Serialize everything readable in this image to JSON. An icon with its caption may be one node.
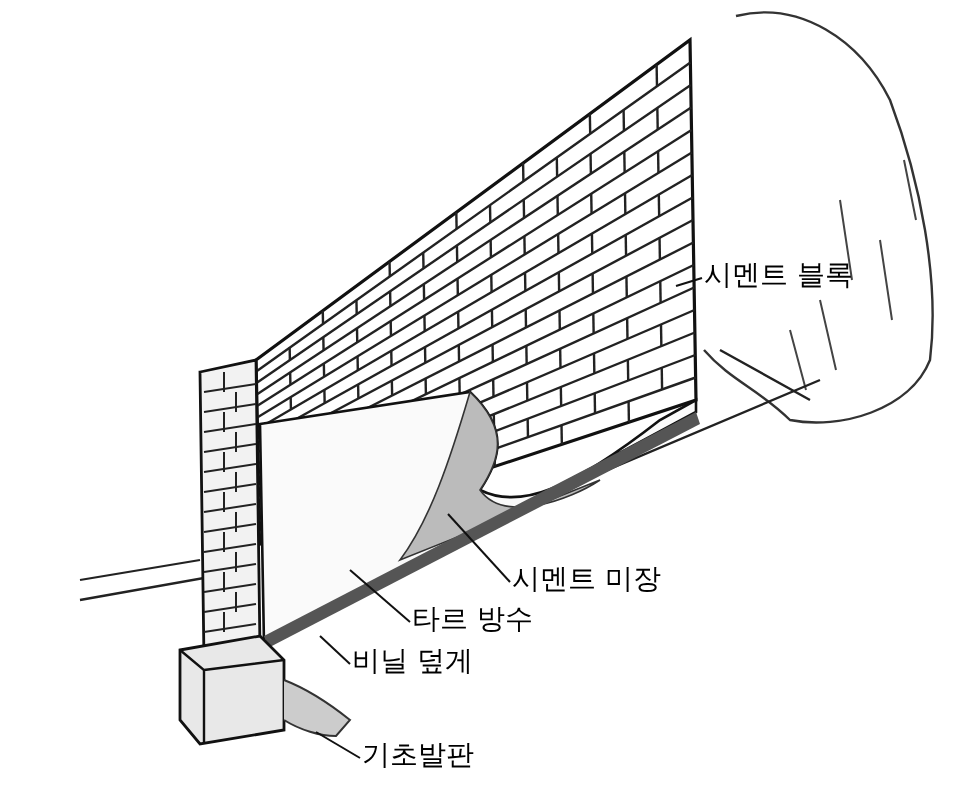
{
  "diagram": {
    "nodes": [
      {
        "text": [
          "시멘트 블록"
        ]
      },
      {
        "text": [
          "시멘트 미장"
        ]
      },
      {
        "text": [
          "타르 방수"
        ]
      },
      {
        "text": [
          "비닐 덮게"
        ]
      },
      {
        "text": [
          "기초발판"
        ]
      }
    ],
    "edges": [
      {
        "from": 0,
        "to": null,
        "arrow": "none"
      },
      {
        "from": 1,
        "to": null,
        "arrow": "none"
      },
      {
        "from": 2,
        "to": null,
        "arrow": "none"
      },
      {
        "from": 3,
        "to": null,
        "arrow": "none"
      },
      {
        "from": 4,
        "to": null,
        "arrow": "none"
      }
    ]
  }
}
